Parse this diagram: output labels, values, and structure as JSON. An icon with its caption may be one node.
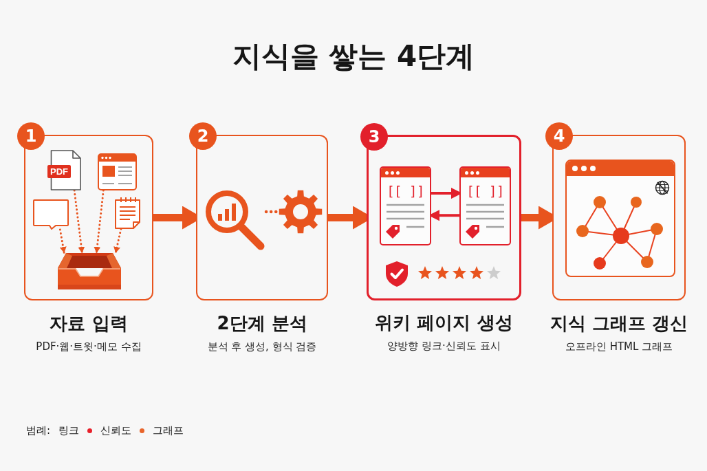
{
  "diagram": {
    "title": "지식을 쌓는 4단계",
    "nodes": [
      {
        "text": [
          "1",
          "자료 입력",
          "PDF·웹·트윗·메모 수집"
        ]
      },
      {
        "text": [
          "PDF"
        ],
        "in": 0
      },
      {
        "text": [],
        "shape": "picture",
        "in": 0
      },
      {
        "text": [],
        "shape": "box",
        "in": 0
      },
      {
        "text": [],
        "shape": "picture",
        "in": 0
      },
      {
        "text": [],
        "shape": "picture",
        "in": 0
      },
      {
        "text": [
          "2",
          "2단계 분석",
          "분석 후 생성, 형식 검증"
        ]
      },
      {
        "text": [],
        "shape": "picture",
        "in": 6
      },
      {
        "text": [],
        "shape": "picture",
        "in": 6
      },
      {
        "text": [
          "3",
          "위키 페이지 생성",
          "양방향 링크·신뢰도 표시"
        ]
      },
      {
        "text": [
          "[[ ]]"
        ],
        "in": 9
      },
      {
        "text": [
          "[[ ]]"
        ],
        "in": 9
      },
      {
        "text": [
          "4",
          "지식 그래프 갱신",
          "오프라인 HTML 그래프"
        ]
      }
    ],
    "edges": [
      {
        "from": 1,
        "to": 5,
        "arrow": "to",
        "style": "dashed"
      },
      {
        "from": 2,
        "to": 5,
        "arrow": "to",
        "style": "dashed"
      },
      {
        "from": 3,
        "to": 5,
        "arrow": "to",
        "style": "dashed"
      },
      {
        "from": 4,
        "to": 5,
        "arrow": "to",
        "style": "dashed"
      },
      {
        "from": 7,
        "to": 8,
        "arrow": "none",
        "style": "dashed"
      },
      {
        "from": 10,
        "to": 11,
        "arrow": "to",
        "color": "#e2202b"
      },
      {
        "from": 11,
        "to": 10,
        "arrow": "to",
        "color": "#e2202b"
      },
      {
        "from": 0,
        "to": 6,
        "arrow": "to",
        "style": "thick"
      },
      {
        "from": 6,
        "to": 9,
        "arrow": "to",
        "style": "thick"
      },
      {
        "from": 9,
        "to": 12,
        "arrow": "to",
        "style": "thick"
      }
    ],
    "labels": [
      "범례:"
    ],
    "legend": [
      {
        "text": "링크"
      },
      {
        "text": "신뢰도",
        "color": "#e8202a"
      },
      {
        "text": "그래프",
        "color": "#e8642a"
      }
    ]
  }
}
